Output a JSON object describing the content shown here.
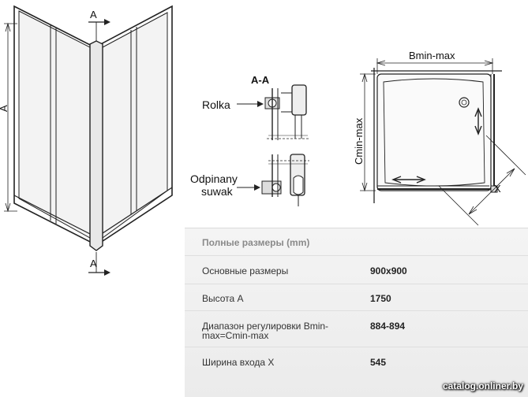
{
  "diagram": {
    "section_mark": "A",
    "section_title": "A-A",
    "callout_roller": "Rolka",
    "callout_slider_line1": "Odpinany",
    "callout_slider_line2": "suwak",
    "dimension_height": "A",
    "dimension_width": "Bmin-max",
    "dimension_depth": "Cmin-max",
    "dimension_entry": "X"
  },
  "specs": {
    "title": "Полные размеры (mm)",
    "rows": [
      {
        "label": "Основные размеры",
        "value": "900x900"
      },
      {
        "label": "Высота A",
        "value": "1750"
      },
      {
        "label": "Диапазон регулировки Bmin-max=Cmin-max",
        "value": "884-894"
      },
      {
        "label": "Ширина входа X",
        "value": "545"
      }
    ]
  },
  "watermark": "catalog.onliner.by"
}
